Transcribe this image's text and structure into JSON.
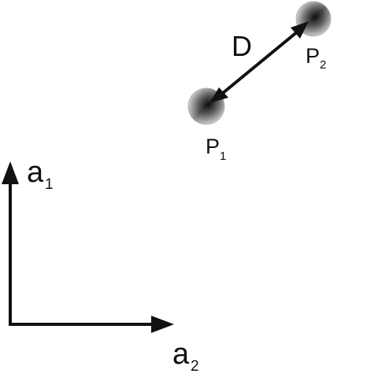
{
  "labels": {
    "distance": "D",
    "point_1": {
      "letter": "P",
      "index": "1"
    },
    "point_2": {
      "letter": "P",
      "index": "2"
    },
    "axis_vertical": {
      "letter": "a",
      "index": "1"
    },
    "axis_horizontal": {
      "letter": "a",
      "index": "2"
    }
  },
  "colors": {
    "ink": "#111111",
    "background": "#ffffff",
    "sphere_dark": "#1a1a1a",
    "sphere_light": "#f4f4f4"
  }
}
